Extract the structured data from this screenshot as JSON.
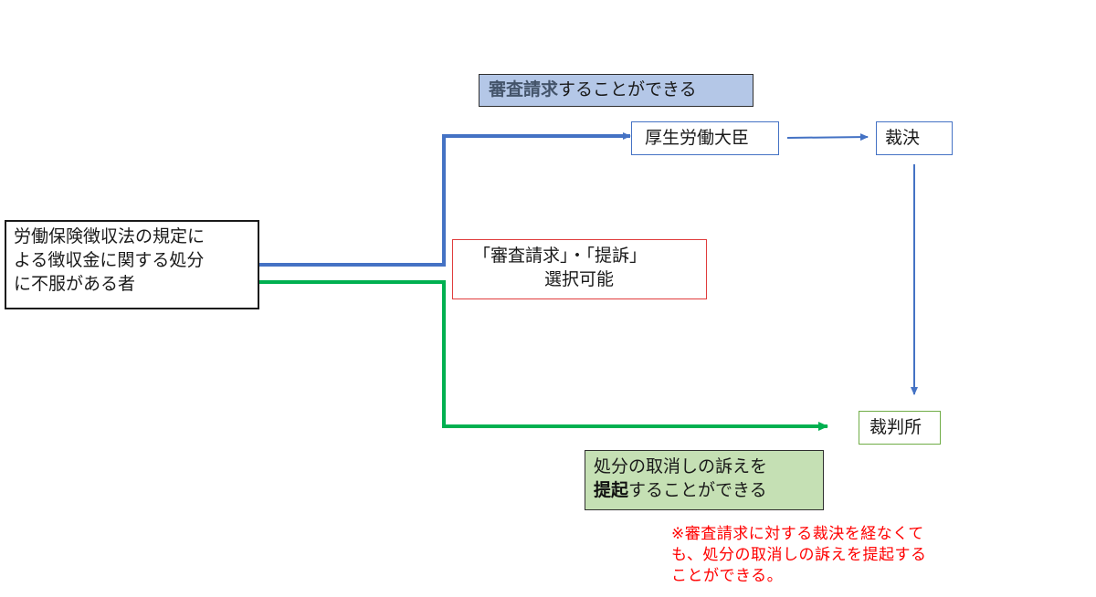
{
  "colors": {
    "review_path": "#4472c4",
    "suit_path": "#00b050",
    "note_text": "#ff0000",
    "review_label_bg": "#b4c7e7",
    "suit_label_bg": "#c5e0b4"
  },
  "nodes": {
    "origin": {
      "line1": "労働保険徴収法の規定に",
      "line2": "よる徴収金に関する処分",
      "line3": "に不服がある者"
    },
    "mhlw": "厚生労働大臣",
    "ruling": "裁決",
    "court": "裁判所",
    "choice": {
      "line1": "「審査請求」・「提訴」",
      "line2": "選択可能"
    }
  },
  "labels": {
    "review": {
      "bold": "審査請求",
      "rest": "することができる"
    },
    "suit": {
      "line1": "処分の取消しの訴えを",
      "bold": "提起",
      "rest": "することができる"
    }
  },
  "note": {
    "line1": "※審査請求に対する裁決を経なくて",
    "line2": "も、処分の取消しの訴えを提起する",
    "line3": "ことができる。"
  }
}
